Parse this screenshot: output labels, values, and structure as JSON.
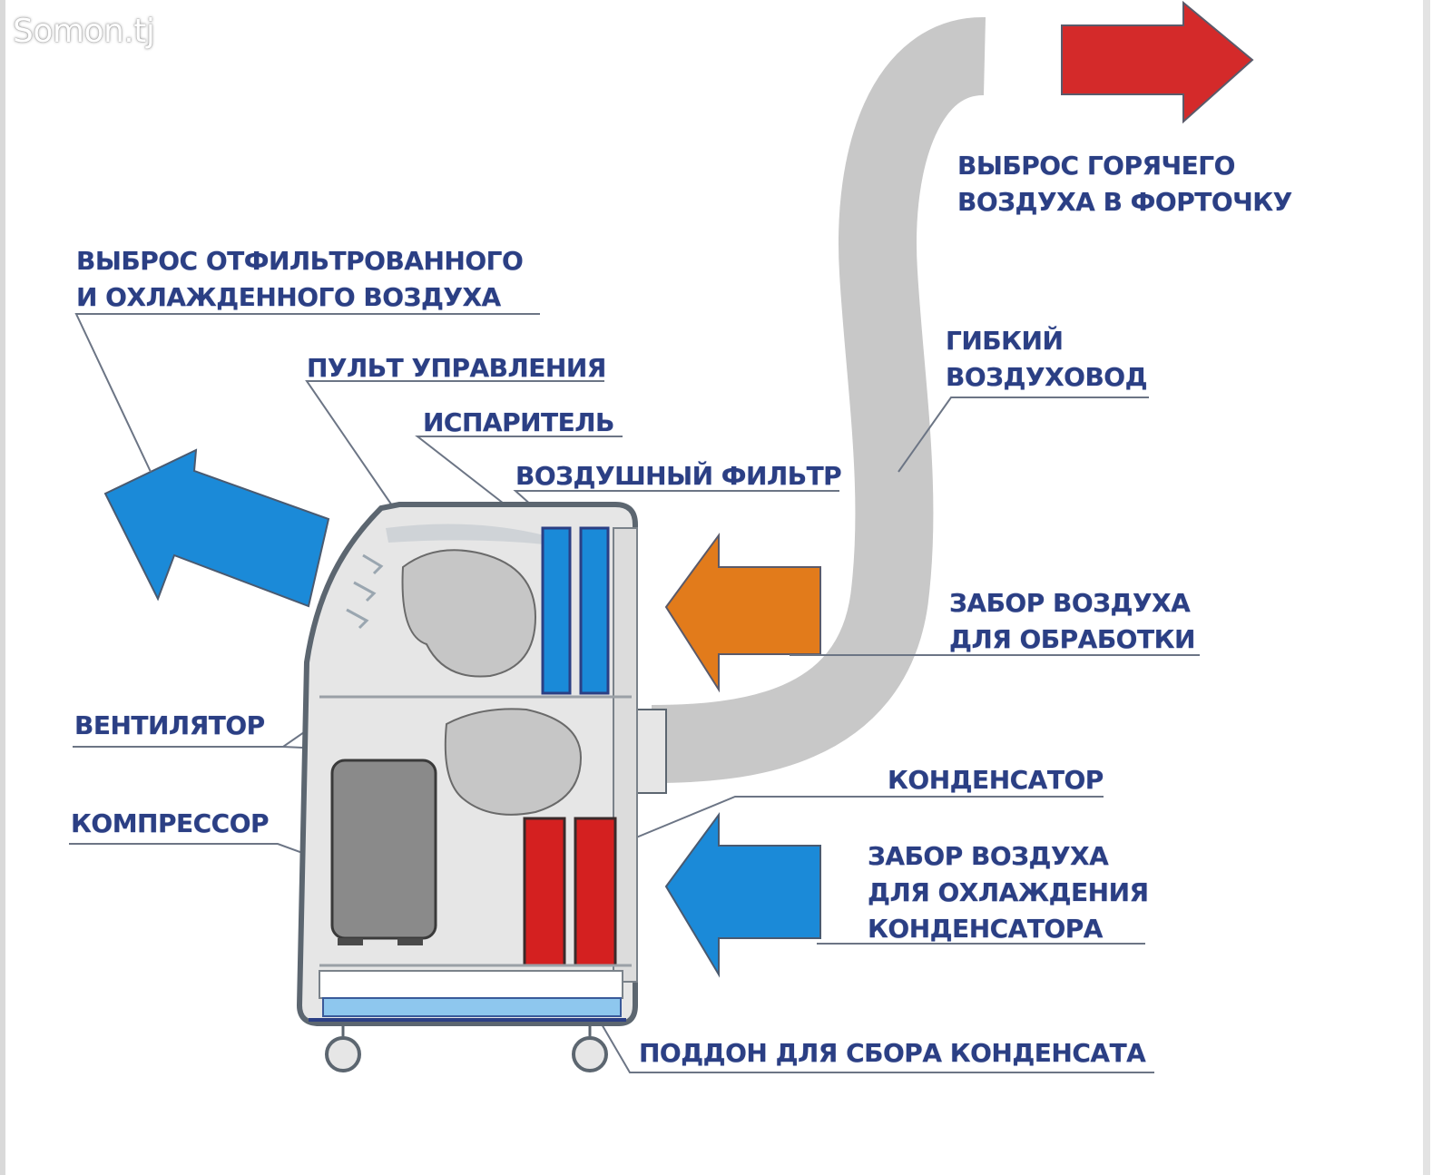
{
  "watermark": "Somon.tj",
  "labels": {
    "hot_air_out": [
      "ВЫБРОС ГОРЯЧЕГО",
      "ВОЗДУХА В ФОРТОЧКУ"
    ],
    "filtered_air_out": [
      "ВЫБРОС ОТФИЛЬТРОВАННОГО",
      "И ОХЛАЖДЕННОГО ВОЗДУХА"
    ],
    "control_panel": "ПУЛЬТ УПРАВЛЕНИЯ",
    "evaporator": "ИСПАРИТЕЛЬ",
    "air_filter": "ВОЗДУШНЫЙ ФИЛЬТР",
    "flexible_duct": [
      "ГИБКИЙ",
      "ВОЗДУХОВОД"
    ],
    "intake_processing": [
      "ЗАБОР ВОЗДУХА",
      "ДЛЯ ОБРАБОТКИ"
    ],
    "fan": "ВЕНТИЛЯТОР",
    "condenser": "КОНДЕНСАТОР",
    "compressor": "КОМПРЕССОР",
    "intake_condenser_cooling": [
      "ЗАБОР ВОЗДУХА",
      "ДЛЯ ОХЛАЖДЕНИЯ",
      "КОНДЕНСАТОРА"
    ],
    "condensate_tray": "ПОДДОН ДЛЯ СБОРА КОНДЕНСАТА"
  },
  "colors": {
    "label_text": "#2b3f84",
    "hot_arrow": "#d42a2a",
    "cool_arrow": "#1b8ad8",
    "intake_arrow": "#e27b1b",
    "duct": "#c8c8c8",
    "body_fill": "#e6e6e6",
    "body_outline": "#5c6670",
    "evaporator": "#1a8ad8",
    "condenser": "#d42020",
    "compressor": "#8a8a8a",
    "tray": "#8ec7ee"
  },
  "icons": {
    "hot_air_arrow": "arrow-right-icon",
    "cool_air_arrow": "arrow-up-left-icon",
    "processing_intake_arrow": "arrow-left-icon",
    "condenser_intake_arrow": "arrow-left-icon",
    "fan": "fan-icon",
    "wheel": "wheel-icon"
  }
}
